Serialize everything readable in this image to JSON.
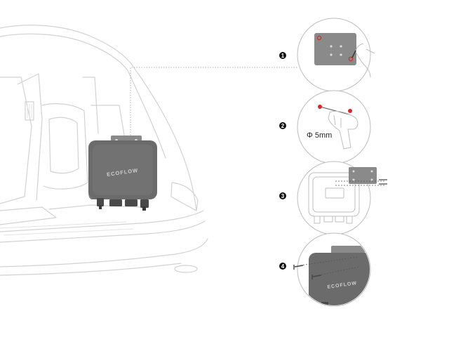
{
  "brand": {
    "logo_text": "ECOFLOW"
  },
  "steps": [
    {
      "number": "1"
    },
    {
      "number": "2",
      "caption": "Φ 5mm"
    },
    {
      "number": "3"
    },
    {
      "number": "4"
    }
  ],
  "colors": {
    "device_body": "#6b6b6b",
    "device_dark": "#4a4a4a",
    "mount_plate": "#8a8a8a",
    "marker_red": "#d62828",
    "car_outline": "#d2d2d2",
    "badge": "#111111"
  }
}
